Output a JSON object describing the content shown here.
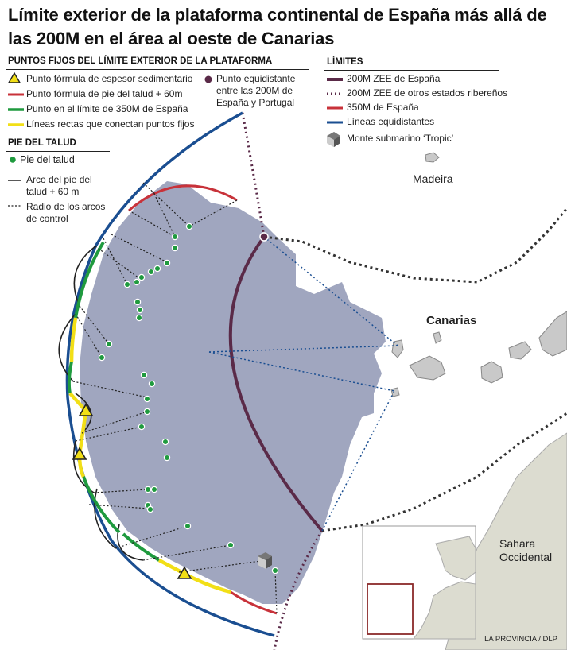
{
  "title": "Límite exterior de la plataforma continental de España más allá de las 200M en el área al oeste de Canarias",
  "legend_fixed": {
    "heading": "PUNTOS FIJOS DEL LÍMITE EXTERIOR DE LA PLATAFORMA",
    "items": [
      "Punto fórmula de espesor sedimentario",
      "Punto fórmula de pie del talud + 60m",
      "Punto en el límite de 350M de España",
      "Líneas rectas que conectan puntos fijos"
    ],
    "equidistant": "Punto equidistante entre las 200M de España y Portugal"
  },
  "legend_slope": {
    "heading": "PIE DEL TALUD",
    "items": [
      "Pie del talud",
      "Arco del pie del talud + 60 m",
      "Radio de los arcos de control"
    ]
  },
  "legend_limits": {
    "heading": "LÍMITES",
    "items": [
      "200M ZEE de España",
      "200M ZEE de otros estados ribereños",
      "350M de España",
      "Líneas equidistantes",
      "Monte submarino ‘Tropic’"
    ]
  },
  "places": {
    "madeira": "Madeira",
    "canarias": "Canarias",
    "sahara": "Sahara Occidental"
  },
  "credit": "LA PROVINCIA / DLP",
  "colors": {
    "shelf": "#a0a6bf",
    "land": "#c9c9c9",
    "mainland": "#dcdcd0",
    "zee_spain": "#5a2a48",
    "red_350": "#c8323a",
    "blue_equidistant": "#1a4e91",
    "green_350": "#1f9a3e",
    "yellow_lines": "#f2df16",
    "dots": "#1f9a3e"
  },
  "icons": {
    "sediment_point": "yellow-triangle-icon",
    "equidistant_point": "purple-dot-icon",
    "seamount": "seamount-cube-icon"
  }
}
